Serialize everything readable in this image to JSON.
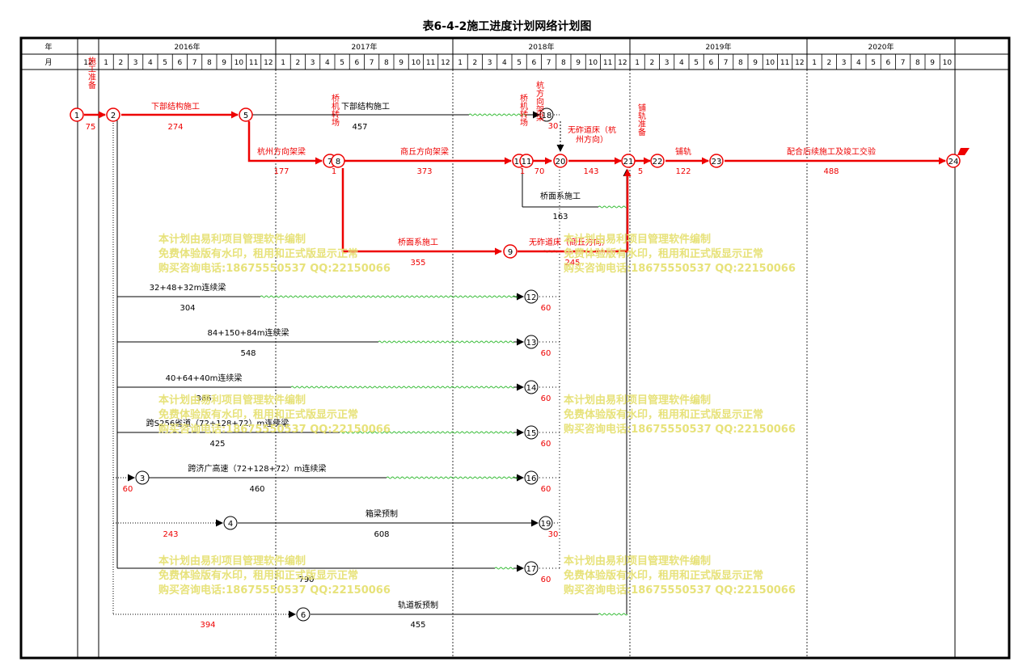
{
  "title": "表6-4-2施工进度计划网络计划图",
  "header": {
    "year_label": "年",
    "month_label": "月",
    "years": [
      "2016年",
      "2017年",
      "2018年",
      "2019年",
      "2020年"
    ],
    "months": [
      "12",
      "1",
      "2",
      "3",
      "4",
      "5",
      "6",
      "7",
      "8",
      "9",
      "10",
      "11",
      "12",
      "1",
      "2",
      "3",
      "4",
      "5",
      "6",
      "7",
      "8",
      "9",
      "10",
      "11",
      "12",
      "1",
      "2",
      "3",
      "4",
      "5",
      "6",
      "7",
      "8",
      "9",
      "10",
      "11",
      "12",
      "1",
      "2",
      "3",
      "4",
      "5",
      "6",
      "7",
      "8",
      "9",
      "10",
      "11",
      "12",
      "1",
      "2",
      "3",
      "4",
      "5",
      "6",
      "7",
      "8",
      "9",
      "10"
    ]
  },
  "nodes": [
    "1",
    "2",
    "3",
    "4",
    "5",
    "6",
    "7",
    "8",
    "9",
    "10",
    "11",
    "12",
    "13",
    "14",
    "15",
    "16",
    "17",
    "18",
    "19",
    "20",
    "21",
    "22",
    "23",
    "24"
  ],
  "labels": {
    "prep": "施工准备",
    "prep_dur": "75",
    "sub_red": "下部结构施工",
    "sub_red_dur": "274",
    "sub_black": "下部结构施工",
    "sub_black_dur": "457",
    "hz_bridge": "杭州方向架梁",
    "hz_bridge_dur": "177",
    "turn1": "桥机转场",
    "turn1_dur": "1",
    "sq_bridge": "商丘方向架梁",
    "sq_bridge_dur": "373",
    "turn2": "桥机转场",
    "turn2_dur": "1",
    "hz_bridge2": "杭方向架梁",
    "hz_bridge2_dur": "70",
    "dur_30a": "30",
    "ballastless_hz": "无砟道床（杭州方向）",
    "ballastless_hz_dur": "143",
    "rail_prep": "铺轨准备",
    "rail_prep_dur": "5",
    "rail": "铺轨",
    "rail_dur": "122",
    "final": "配合后续施工及竣工交验",
    "final_dur": "488",
    "deck_top": "桥面系施工",
    "deck_top_dur": "163",
    "deck_red": "桥面系施工",
    "deck_red_dur": "355",
    "ballastless_sq": "无砟道床（商丘方向）",
    "ballastless_sq_dur": "245",
    "span1": "32+48+32m连续梁",
    "span1_dur": "304",
    "span2": "84+150+84m连续梁",
    "span2_dur": "548",
    "span3": "40+64+40m连续梁",
    "span3_dur": "366",
    "span4": "跨S256省道（72+128+72）m连续梁",
    "span4_dur": "425",
    "span5": "跨济广高速（72+128+72）m连续梁",
    "span5_dur": "460",
    "box": "箱梁预制",
    "box_dur": "608",
    "span6_dur": "790",
    "track": "轨道板预制",
    "track_dur": "455",
    "dur_60": "60",
    "dur_243": "243",
    "dur_394": "394",
    "dur_30b": "30"
  },
  "watermark": {
    "line1": "本计划由易利项目管理软件编制",
    "line2": "免费体验版有水印，租用和正式版显示正常",
    "line3": "购买咨询电话:18675550537 QQ:22150066"
  }
}
